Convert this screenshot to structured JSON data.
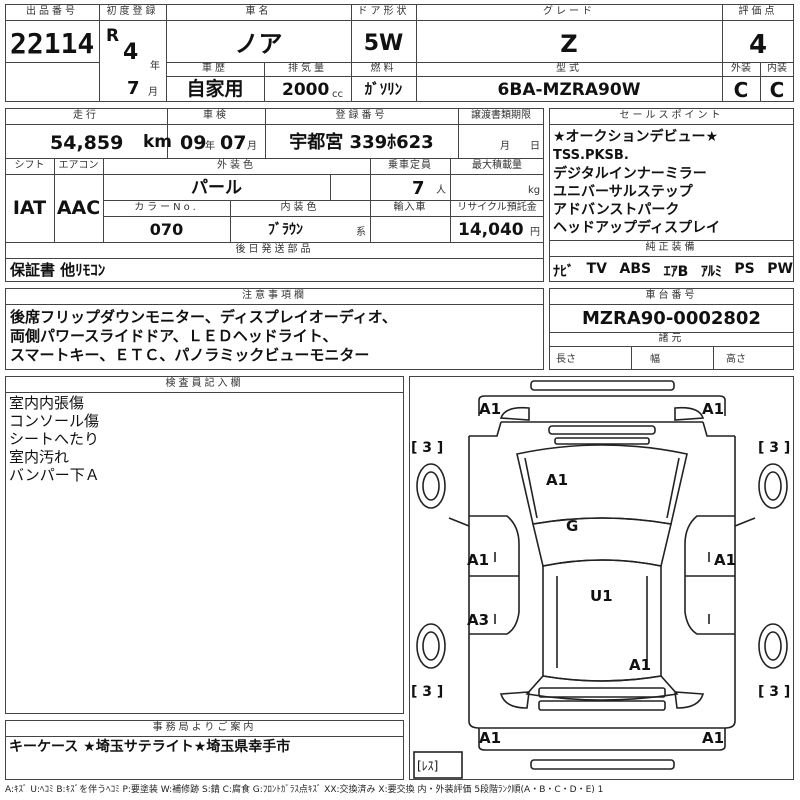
{
  "header": {
    "lot_label": "出品番号",
    "lot": "22114",
    "first_reg_label": "初度登録",
    "era": "R",
    "year": "4",
    "year_unit": "年",
    "month": "7",
    "month_unit": "月",
    "car_name_label": "車名",
    "car_name": "ノア",
    "door_label": "ドア形状",
    "door": "5W",
    "grade_label": "グレード",
    "grade": "Z",
    "score_label": "評価点",
    "score": "4",
    "history_label": "車歴",
    "history": "自家用",
    "displacement_label": "排気量",
    "displacement": "2000",
    "displacement_unit": "cc",
    "fuel_label": "燃料",
    "fuel": "ｶﾞｿﾘﾝ",
    "model_label": "型式",
    "model": "6BA-MZRA90W",
    "exterior_label": "外装",
    "exterior": "C",
    "interior_label": "内装",
    "interior": "C"
  },
  "row2": {
    "mileage_label": "走行",
    "mileage": "54,859",
    "mileage_unit": "km",
    "inspection_label": "車検",
    "insp_year": "09",
    "insp_year_unit": "年",
    "insp_month": "07",
    "insp_month_unit": "月",
    "plate_label": "登録番号",
    "plate": "宇都宮 339ﾎ623",
    "transfer_label": "譲渡書類期限",
    "transfer_month": "月",
    "transfer_day": "日",
    "shift_label": "シフト",
    "shift": "IAT",
    "ac_label": "エアコン",
    "ac": "AAC",
    "color_label": "外装色",
    "color": "パール",
    "capacity_label": "乗車定員",
    "capacity": "7",
    "capacity_unit": "人",
    "load_label": "最大積載量",
    "load_unit": "kg",
    "color_no_label": "カラーNo.",
    "color_no": "070",
    "interior_color_label": "内装色",
    "interior_color": "ﾌﾞﾗｳﾝ",
    "interior_color_unit": "系",
    "import_label": "輸入車",
    "recycle_label": "リサイクル預託金",
    "recycle": "14,040",
    "recycle_unit": "円",
    "later_parts_label": "後日発送部品",
    "later_parts": "保証書 他ﾘﾓｺﾝ"
  },
  "sales_points": {
    "label": "セールスポイント",
    "lines": [
      "★オークションデビュー★",
      "TSS.PKSB.",
      "デジタルインナーミラー",
      "ユニバーサルステップ",
      "アドバンストパーク",
      "ヘッドアップディスプレイ"
    ]
  },
  "equipment": {
    "label": "純正装備",
    "items": [
      "ﾅﾋﾞ",
      "TV",
      "ABS",
      "ｴｱB",
      "ｱﾙﾐ",
      "PS",
      "PW"
    ]
  },
  "notes": {
    "label": "注意事項欄",
    "lines": [
      "後席フリップダウンモニター、ディスプレイオーディオ、",
      "両側パワースライドドア、ＬＥＤヘッドライト、",
      "スマートキー、ＥＴＣ、パノラミックビューモニター"
    ]
  },
  "chassis": {
    "label": "車台番号",
    "number": "MZRA90-0002802",
    "specs_label": "諸元",
    "length_label": "長さ",
    "width_label": "幅",
    "height_label": "高さ"
  },
  "inspector": {
    "label": "検査員記入欄",
    "lines": [
      "室内内張傷",
      "コンソール傷",
      "シートへたり",
      "室内汚れ",
      "バンパー下Ａ"
    ]
  },
  "diagram": {
    "marks": {
      "front_left": "A1",
      "front_right": "A1",
      "hood": "A1",
      "roof": "G",
      "left_front_door": "A1",
      "right_front_door": "A1",
      "left_rear": "A3",
      "center": "U1",
      "rear_glass": "A1",
      "rear_left": "A1",
      "rear_right": "A1"
    },
    "tires": {
      "fl": "[ 3 ]",
      "fr": "[ 3 ]",
      "rl": "[ 3 ]",
      "rr": "[ 3 ]"
    },
    "spare": "[ﾚｽ]"
  },
  "office": {
    "label": "事務局よりご案内",
    "text": "キーケース ★埼玉サテライト★埼玉県幸手市"
  },
  "legend": "A:ｷｽﾞ U:ﾍｺﾐ B:ｷｽﾞを伴うﾍｺﾐ P:要塗装 W:補修跡 S:錆 C:腐食 G:ﾌﾛﾝﾄｶﾞﾗｽ点ｷｽﾞ XX:交換済み X:要交換 内・外装評価 5段階ﾗﾝｸ順(A・B・C・D・E) 1"
}
